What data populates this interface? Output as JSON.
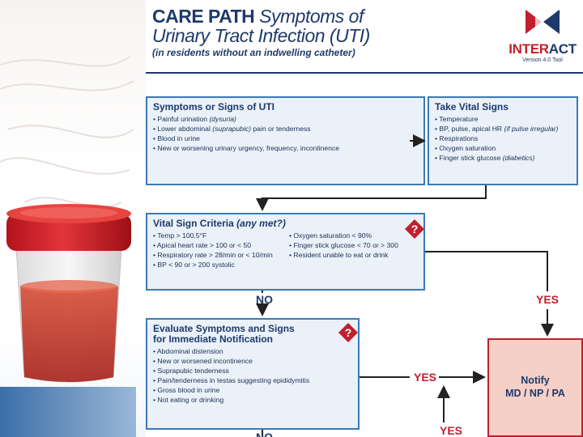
{
  "header": {
    "title_bold": "CARE PATH",
    "title_italic": "Symptoms of",
    "title_line2": "Urinary Tract Infection (UTI)",
    "subtitle": "(in residents without an indwelling catheter)"
  },
  "logo": {
    "brand_left": "INTER",
    "brand_right": "ACT",
    "version": "Version 4.0 Tool",
    "registered": "®"
  },
  "boxes": {
    "symptoms": {
      "title": "Symptoms or Signs of UTI",
      "items": [
        {
          "text": "Painful urination",
          "note": "(dysuria)"
        },
        {
          "text": "Lower abdominal",
          "note": "(suprapubic)",
          "tail": "pain or tenderness"
        },
        {
          "text": "Blood in urine"
        },
        {
          "text": "New or worsening urinary urgency, frequency, incontinence"
        }
      ]
    },
    "vitals": {
      "title": "Take Vital Signs",
      "items": [
        {
          "text": "Temperature"
        },
        {
          "text": "BP, pulse, apical HR",
          "note": "(if pulse irregular)"
        },
        {
          "text": "Respirations"
        },
        {
          "text": "Oxygen saturation"
        },
        {
          "text": "Finger stick glucose",
          "note": "(diabetics)"
        }
      ]
    },
    "criteria": {
      "title": "Vital Sign Criteria",
      "title_note": "(any met?)",
      "left_items": [
        "Temp > 100.5°F",
        "Apical heart rate > 100 or < 50",
        "Respiratory rate > 28/min or < 10/min",
        "BP < 90 or > 200 systolic"
      ],
      "right_items": [
        "Oxygen saturation < 90%",
        "Finger stick glucose < 70 or > 300",
        "Resident unable to eat or drink"
      ]
    },
    "evaluate": {
      "title_line1": "Evaluate Symptoms and Signs",
      "title_line2": "for Immediate Notification",
      "items": [
        "Abdominal distension",
        "New or worsened incontinence",
        "Suprapubic tenderness",
        "Pain/tenderness in testas suggesting epididymitis",
        "Gross blood in urine",
        "Not eating or drinking"
      ]
    },
    "notify": {
      "line1": "Notify",
      "line2": "MD / NP / PA"
    }
  },
  "labels": {
    "no1": "NO",
    "yes1": "YES",
    "yes2": "YES",
    "yes3": "YES",
    "no2": "NO",
    "help_icon": "?"
  },
  "icons": [
    "question-help-icon",
    "interact-logo-icon",
    "urine-sample-cup-image"
  ],
  "colors": {
    "navy": "#1e3a6b",
    "box_border": "#3b79b6",
    "box_fill": "#eaf1f8",
    "alert_red": "#c0202e",
    "notify_fill": "#f6cfc6"
  }
}
